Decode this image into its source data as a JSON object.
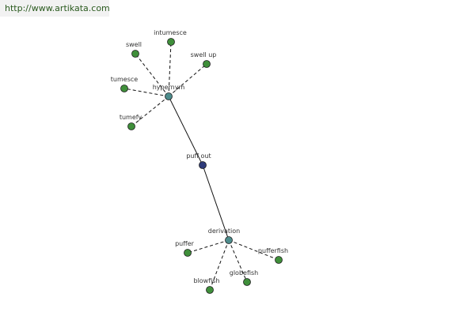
{
  "watermark": {
    "text": "http://www.artikata.com"
  },
  "colors": {
    "center_node": "#2e3b7a",
    "hub_node": "#4d8c8c",
    "leaf_node": "#3f8f3a",
    "node_stroke": "#1e1e1e",
    "solid_edge": "#111111",
    "dashed_edge": "#111111"
  },
  "graph": {
    "center": {
      "id": "puff-out",
      "label": "puff out"
    },
    "hubs": [
      {
        "id": "hypernym",
        "label": "hypernym"
      },
      {
        "id": "derivation",
        "label": "derivation"
      }
    ],
    "leaves": [
      {
        "id": "swell",
        "label": "swell",
        "hub": "hypernym"
      },
      {
        "id": "intumesce",
        "label": "intumesce",
        "hub": "hypernym"
      },
      {
        "id": "swell-up",
        "label": "swell up",
        "hub": "hypernym"
      },
      {
        "id": "tumesce",
        "label": "tumesce",
        "hub": "hypernym"
      },
      {
        "id": "tumefy",
        "label": "tumefy",
        "hub": "hypernym"
      },
      {
        "id": "puffer",
        "label": "puffer",
        "hub": "derivation"
      },
      {
        "id": "pufferfish",
        "label": "pufferfish",
        "hub": "derivation"
      },
      {
        "id": "blowfish",
        "label": "blowfish",
        "hub": "derivation"
      },
      {
        "id": "globefish",
        "label": "globefish",
        "hub": "derivation"
      }
    ]
  }
}
